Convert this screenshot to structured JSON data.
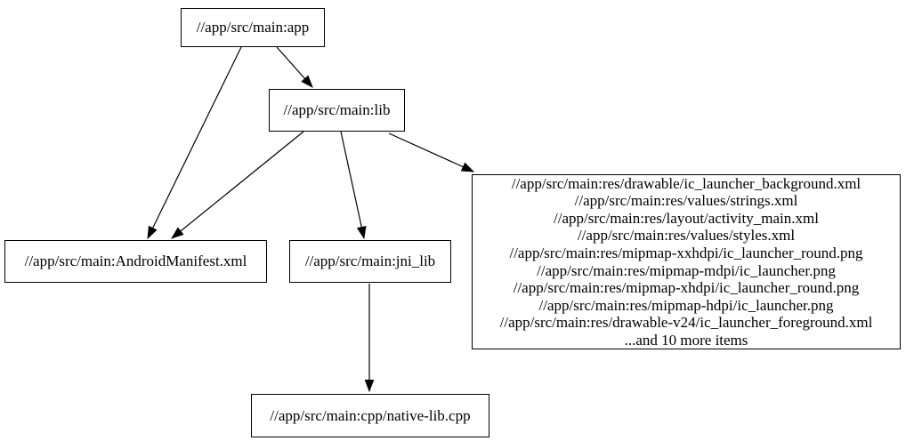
{
  "diagram": {
    "type": "dependency-graph",
    "background_color": "#ffffff",
    "node_border_color": "#000000",
    "edge_color": "#000000",
    "text_color": "#000000",
    "nodes": {
      "app": {
        "label": "//app/src/main:app"
      },
      "lib": {
        "label": "//app/src/main:lib"
      },
      "android_manifest": {
        "label": "//app/src/main:AndroidManifest.xml"
      },
      "jni_lib": {
        "label": "//app/src/main:jni_lib"
      },
      "res_group": {
        "lines": [
          "//app/src/main:res/drawable/ic_launcher_background.xml",
          "//app/src/main:res/values/strings.xml",
          "//app/src/main:res/layout/activity_main.xml",
          "//app/src/main:res/values/styles.xml",
          "//app/src/main:res/mipmap-xxhdpi/ic_launcher_round.png",
          "//app/src/main:res/mipmap-mdpi/ic_launcher.png",
          "//app/src/main:res/mipmap-xhdpi/ic_launcher_round.png",
          "//app/src/main:res/mipmap-hdpi/ic_launcher.png",
          "//app/src/main:res/drawable-v24/ic_launcher_foreground.xml",
          "...and 10 more items"
        ]
      },
      "native_cpp": {
        "label": "//app/src/main:cpp/native-lib.cpp"
      }
    },
    "edges": [
      {
        "from": "app",
        "to": "android_manifest"
      },
      {
        "from": "app",
        "to": "lib"
      },
      {
        "from": "lib",
        "to": "android_manifest"
      },
      {
        "from": "lib",
        "to": "jni_lib"
      },
      {
        "from": "lib",
        "to": "res_group"
      },
      {
        "from": "jni_lib",
        "to": "native_cpp"
      }
    ]
  }
}
